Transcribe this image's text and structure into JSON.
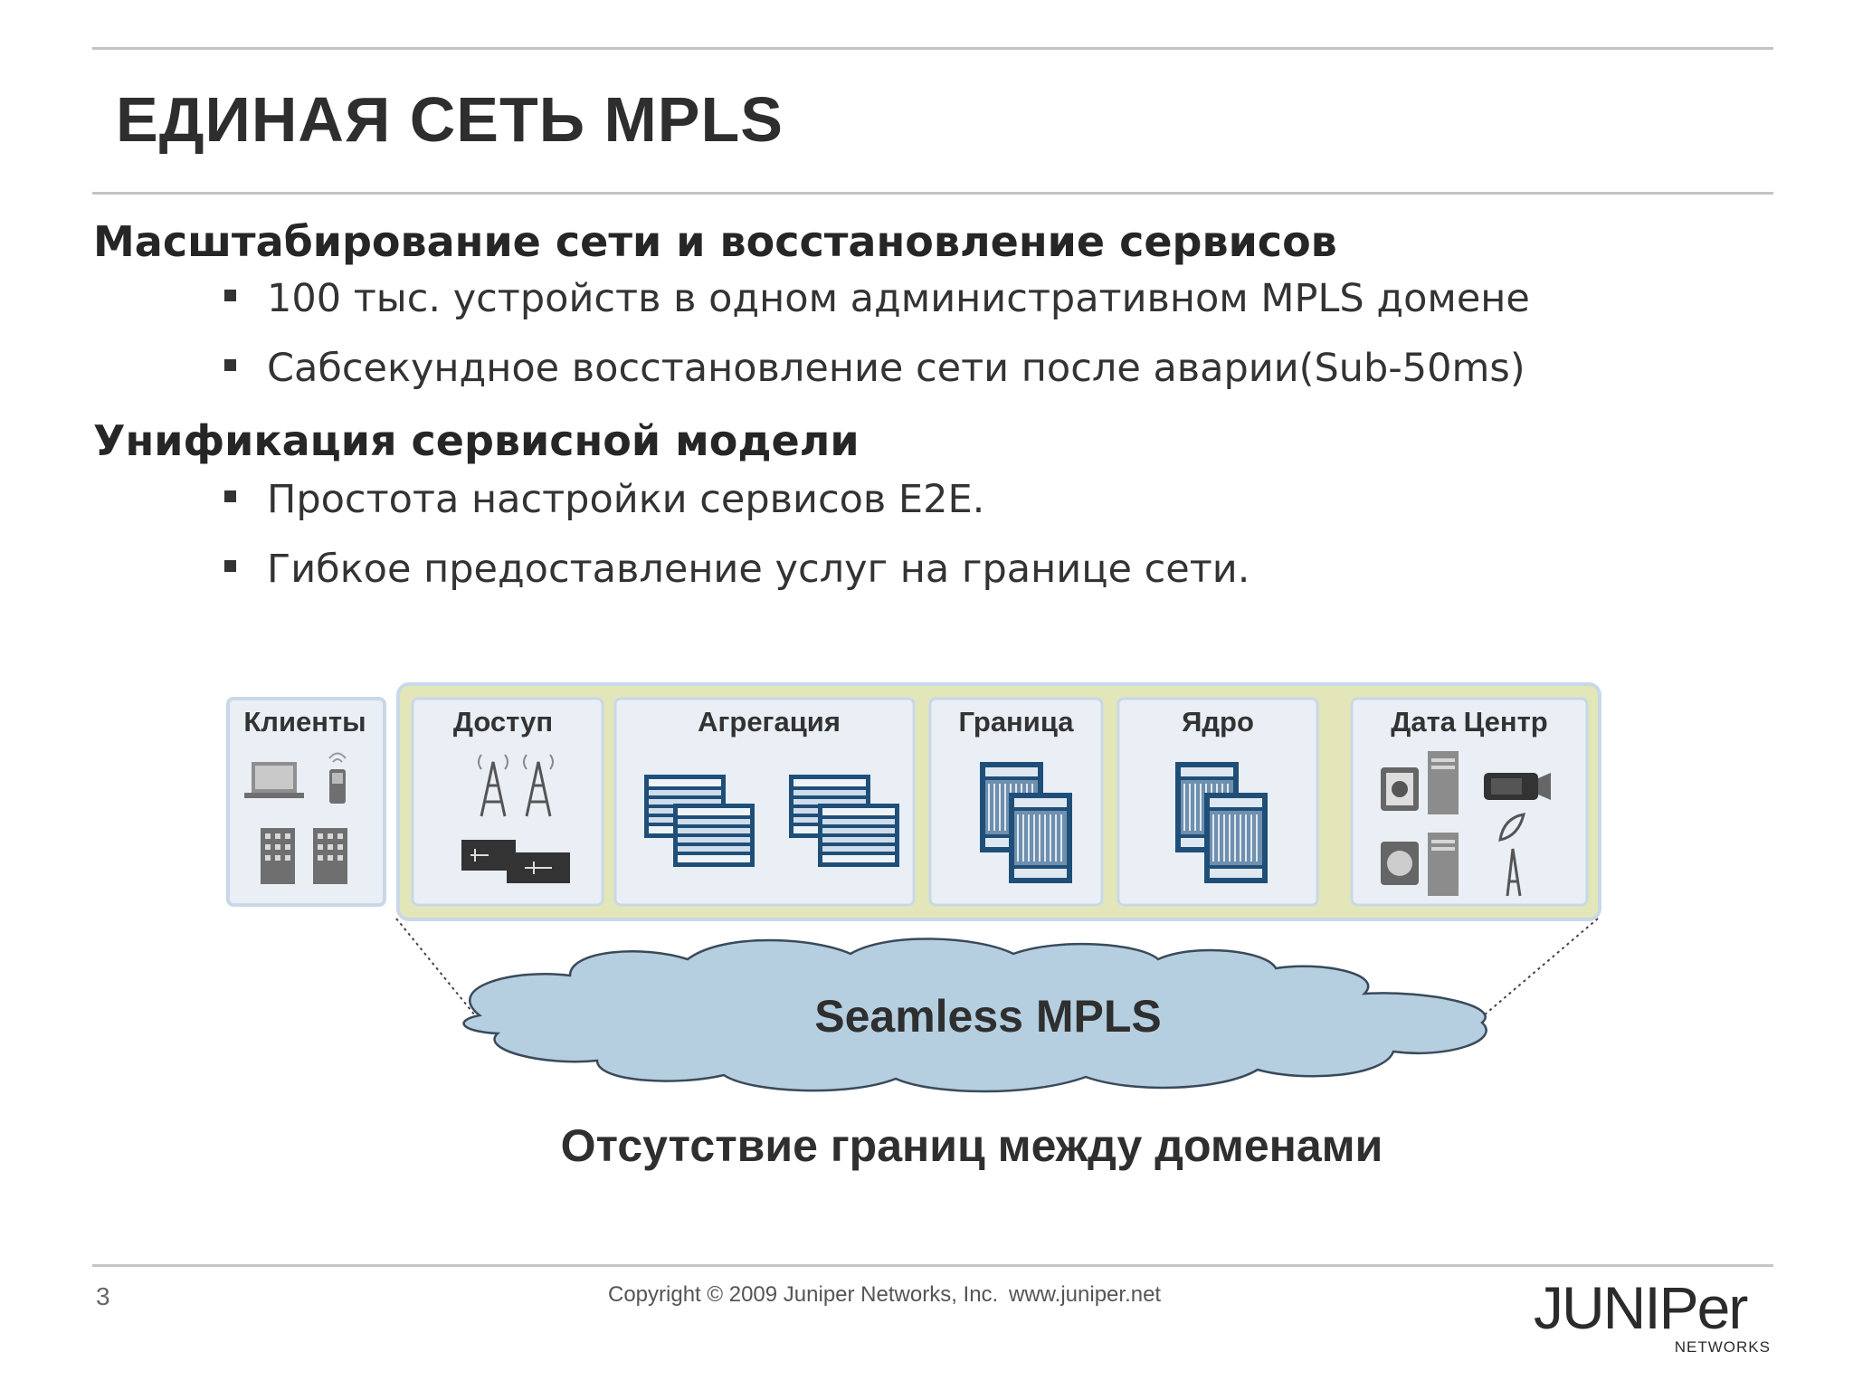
{
  "slide": {
    "title": "ЕДИНАЯ СЕТЬ MPLS",
    "sections": [
      {
        "heading": "Масштабирование сети и восстановление сервисов",
        "bullets": [
          "100 тыс. устройств в одном административном MPLS домене",
          "Сабсекундное восстановление сети после аварии(Sub-50ms)"
        ]
      },
      {
        "heading": "Унификация сервисной модели",
        "bullets": [
          "Простота настройки сервисов E2E.",
          "Гибкое предоставление услуг на границе сети."
        ]
      }
    ]
  },
  "diagram": {
    "domains": [
      "Клиенты",
      "Доступ",
      "Агрегация",
      "Граница",
      "Ядро",
      "Дата Центр"
    ],
    "cloud_label": "Seamless MPLS",
    "caption": "Отсутствие границ между доменами",
    "colors": {
      "outer_frame": "#e3e6b8",
      "domain_box": "#e9eff5",
      "box_border": "#c9d8e8",
      "cloud_fill": "#b5cfe1",
      "device_blue": "#1f4f78"
    },
    "icons": {
      "clients": [
        "laptop-icon",
        "mobile-phone-icon",
        "building-icon"
      ],
      "access": [
        "cell-tower-icon",
        "access-switch-icon"
      ],
      "aggregation": [
        "aggregation-router-icon"
      ],
      "edge": [
        "edge-router-icon"
      ],
      "core": [
        "core-router-icon"
      ],
      "datacenter": [
        "media-server-icon",
        "server-tower-icon",
        "camera-icon",
        "satellite-dish-icon"
      ]
    }
  },
  "footer": {
    "page_number": "3",
    "copyright": "Copyright © 2009 Juniper Networks, Inc.",
    "website": "www.juniper.net",
    "logo_word": "JUNIPer",
    "logo_sub": "NETWORKS"
  }
}
